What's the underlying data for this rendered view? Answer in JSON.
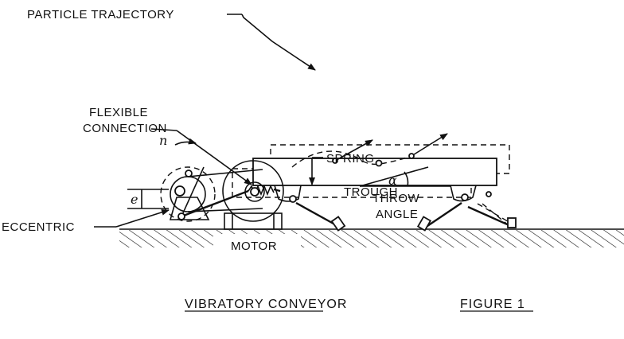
{
  "labels": {
    "particle_trajectory": "PARTICLE TRAJECTORY",
    "flexible_1": "FLEXIBLE",
    "flexible_2": "CONNECTION",
    "trough": "TROUGH",
    "spring": "SPRING",
    "throw_1": "THROW",
    "throw_2": "ANGLE",
    "eccentric": "ECCENTRIC",
    "motor": "MOTOR",
    "n_symbol": "n",
    "e_symbol": "e",
    "alpha_symbol": "α"
  },
  "caption": {
    "title": "VIBRATORY CONVEYOR",
    "figure": "FIGURE 1"
  }
}
